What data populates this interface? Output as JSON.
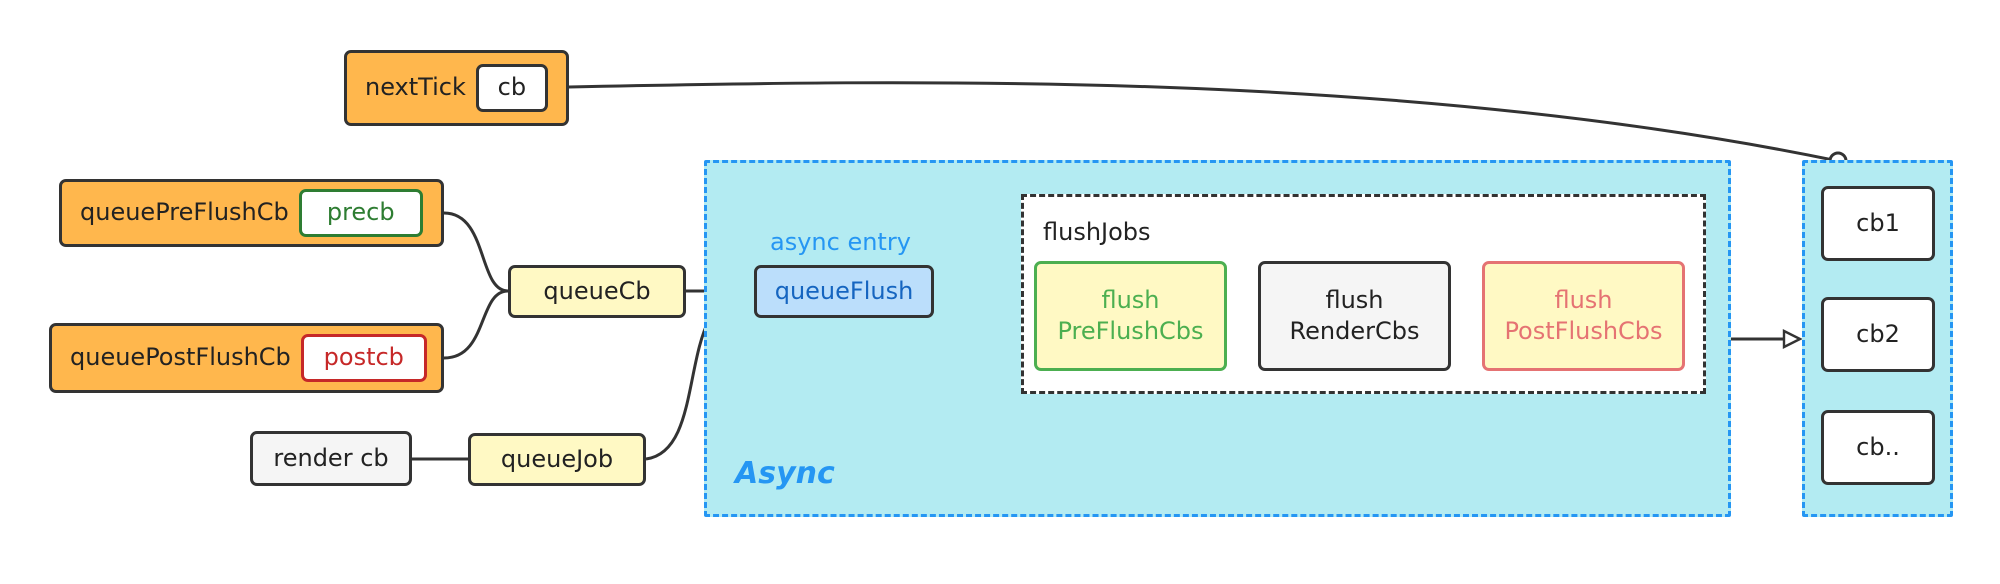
{
  "colors": {
    "orange": "#ffb74d",
    "yellow": "#fff9c4",
    "gray": "#f5f5f5",
    "async_region": "#b3ebf2",
    "async_border": "#2596f3",
    "queue_flush": "#bbdefb",
    "green": "#4caf50",
    "red": "#e57373"
  },
  "sources": {
    "next_tick": {
      "label": "nextTick",
      "chip": "cb"
    },
    "queue_pre_flush_cb": {
      "label": "queuePreFlushCb",
      "chip": "precb"
    },
    "queue_post_flush_cb": {
      "label": "queuePostFlushCb",
      "chip": "postcb"
    },
    "render_cb": "render cb"
  },
  "queues": {
    "queue_cb": "queueCb",
    "queue_job": "queueJob"
  },
  "async_region": {
    "label": "Async",
    "entry_label": "async entry",
    "queue_flush": "queueFlush",
    "flush_jobs": {
      "title": "flushJobs",
      "pre": [
        "flush",
        "PreFlushCbs"
      ],
      "render": [
        "flush",
        "RenderCbs"
      ],
      "post": [
        "flush",
        "PostFlushCbs"
      ]
    }
  },
  "callbacks": [
    "cb1",
    "cb2",
    "cb.."
  ]
}
